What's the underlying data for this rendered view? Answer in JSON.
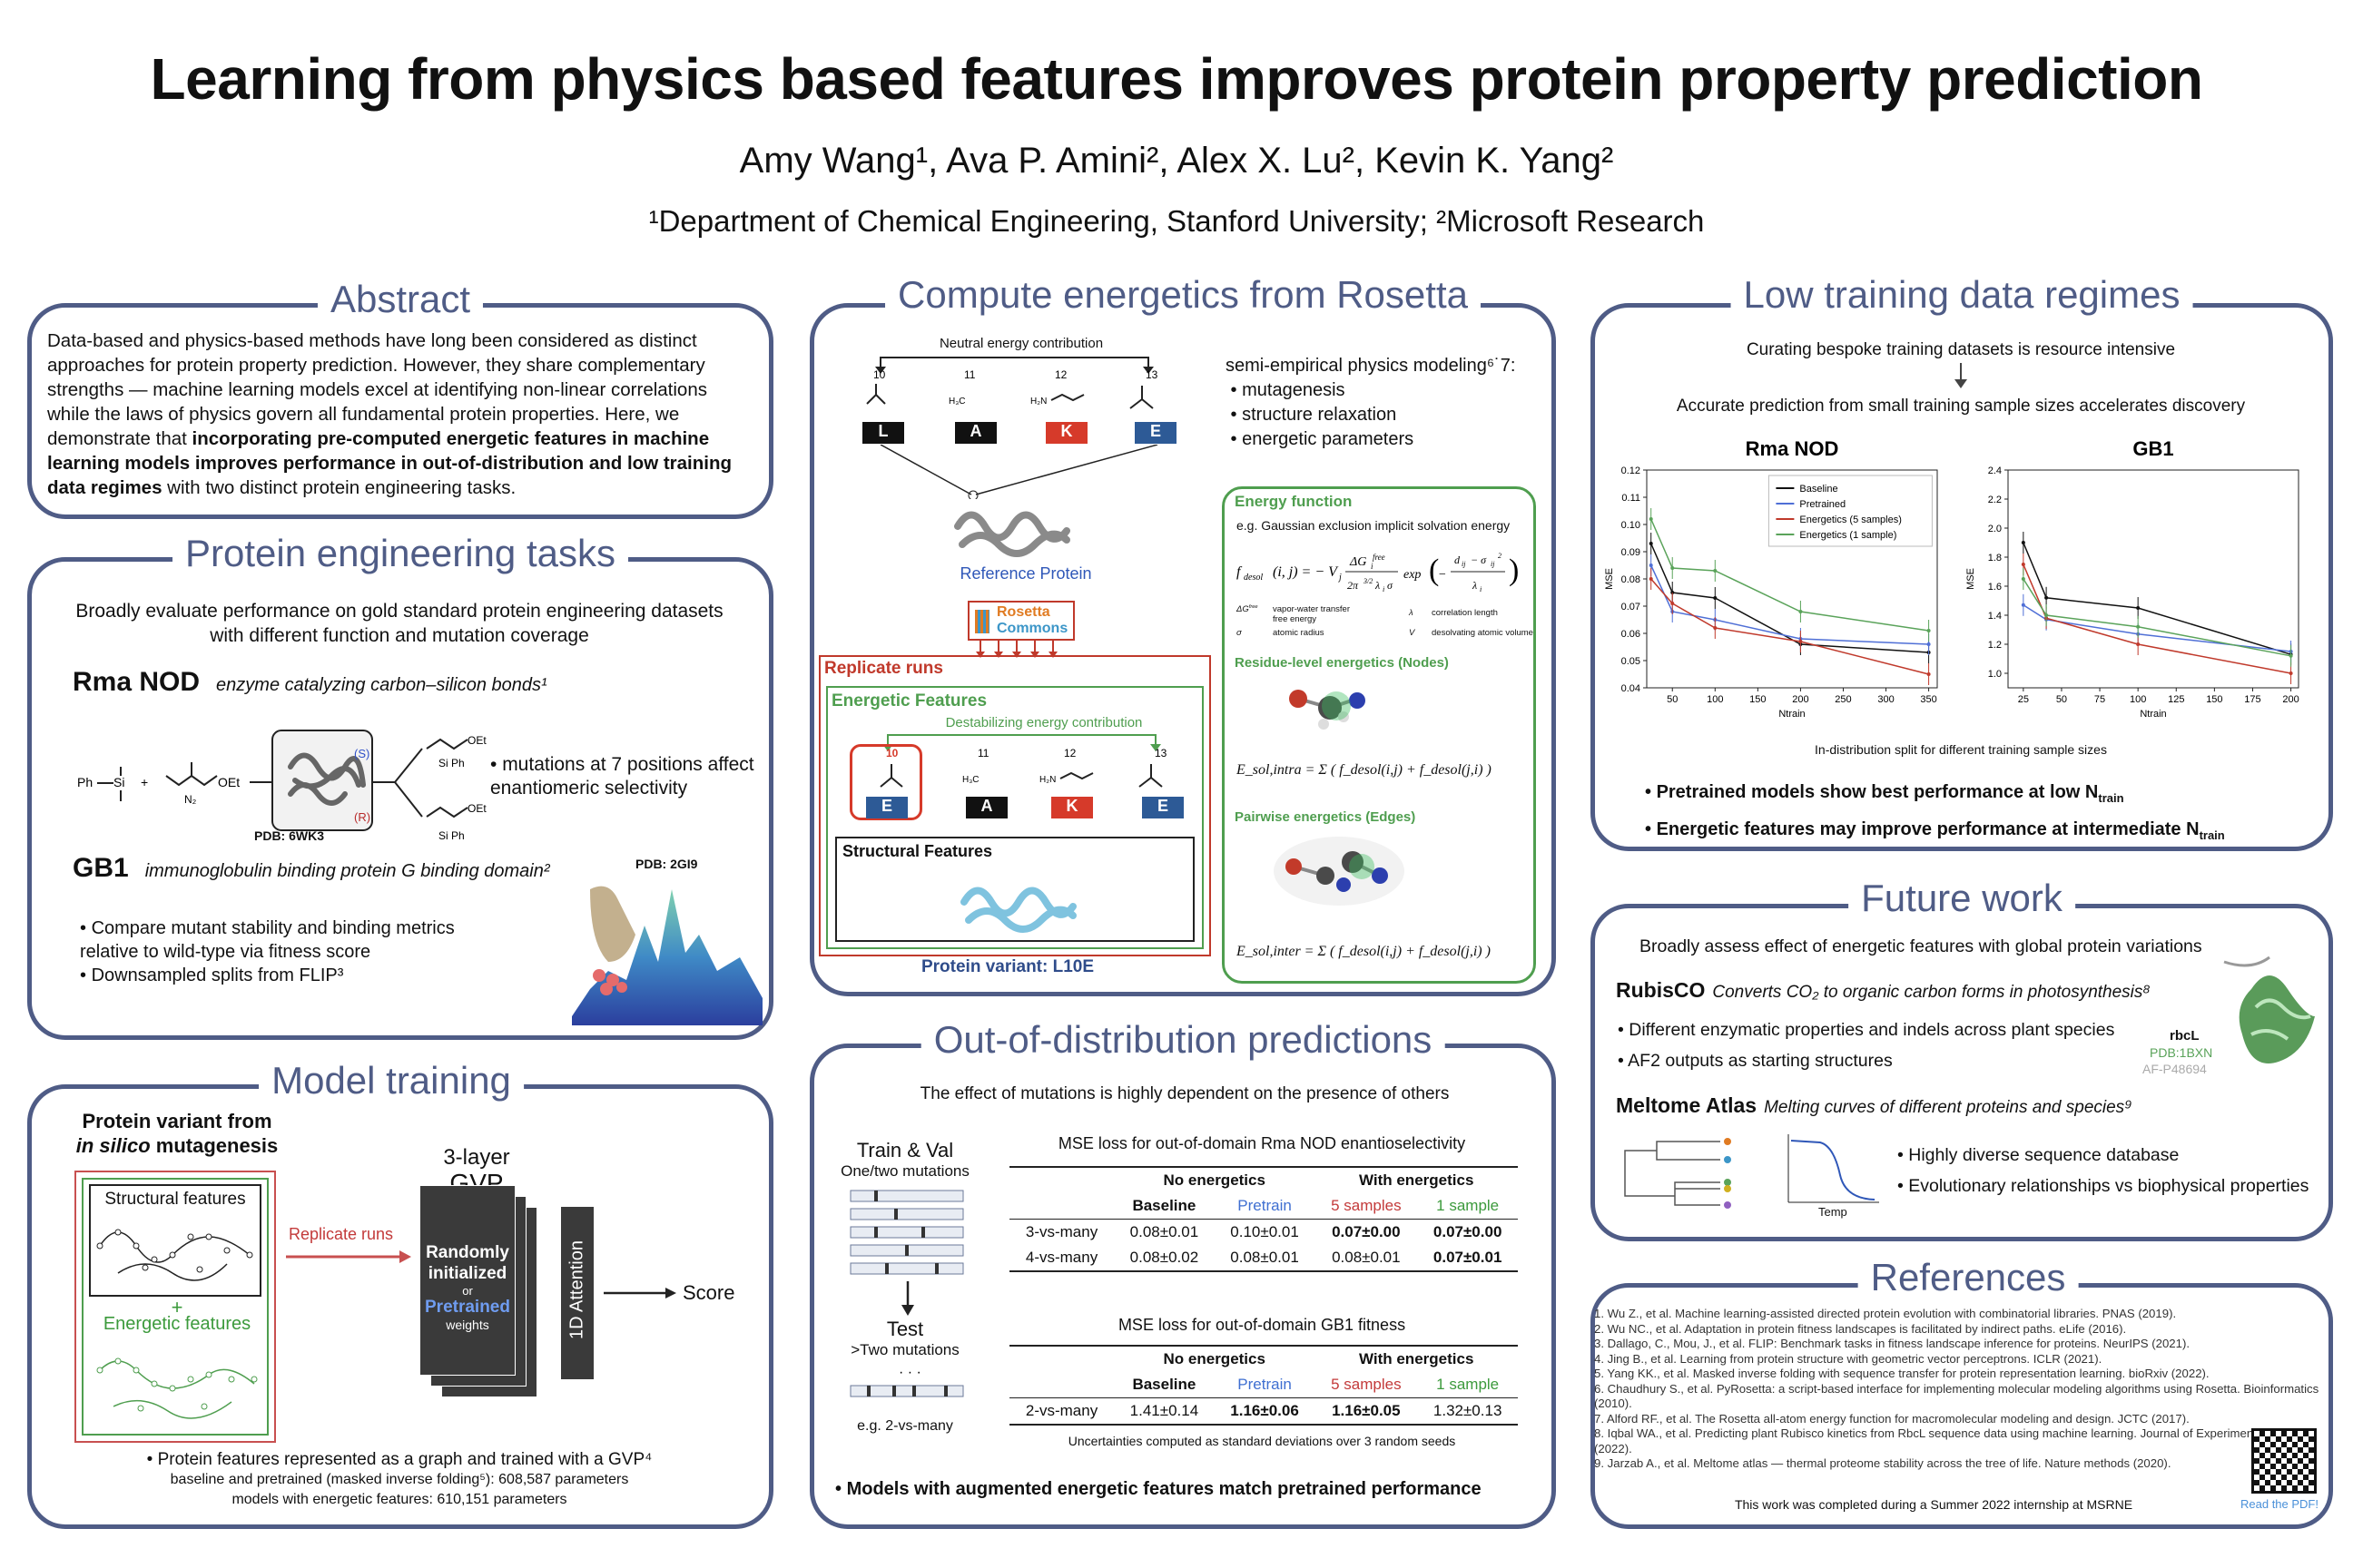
{
  "header": {
    "title": "Learning from physics based features improves protein property prediction",
    "authors": "Amy Wang¹, Ava P. Amini², Alex X. Lu², Kevin K. Yang²",
    "affiliations": "¹Department of Chemical Engineering, Stanford University; ²Microsoft Research"
  },
  "abstract": {
    "title": "Abstract",
    "text_a": "Data-based and physics-based methods have long been considered as distinct approaches for protein property prediction. However, they share complementary strengths — machine learning models excel at identifying non-linear correlations while the laws of physics govern all fundamental protein properties. Here, we demonstrate that ",
    "text_bold": "incorporating pre-computed energetic features in machine learning models improves performance in out-of-distribution and low training data regimes",
    "text_b": " with two distinct protein engineering tasks."
  },
  "tasks": {
    "title": "Protein engineering tasks",
    "intro": "Broadly evaluate performance on gold standard protein engineering datasets with different function and mutation coverage",
    "rma_name": "Rma NOD",
    "rma_desc": "enzyme catalyzing carbon–silicon bonds¹",
    "rma_pdb": "PDB: 6WK3",
    "rma_bullet": "mutations at 7 positions affect enantiomeric selectivity",
    "scheme_s": "(S)",
    "scheme_r": "(R)",
    "gb1_name": "GB1",
    "gb1_desc": "immunoglobulin binding protein G binding domain²",
    "gb1_pdb": "PDB: 2GI9",
    "gb1_b1": "Compare mutant stability and binding metrics relative to wild-type via fitness score",
    "gb1_b2": "Downsampled splits from FLIP³"
  },
  "training": {
    "title": "Model training",
    "variant_a": "Protein variant from",
    "variant_b": "in silico",
    "variant_c": " mutagenesis",
    "structural": "Structural features",
    "plus": "+",
    "energetic": "Energetic features",
    "replicate": "Replicate runs",
    "gvp_a": "3-layer",
    "gvp_b": "GVP",
    "init_a": "Randomly initialized",
    "init_or": "or",
    "init_b": "Pretrained",
    "init_c": "weights",
    "attention": "1D Attention",
    "score": "Score",
    "b1": "Protein features represented as a graph and trained with a GVP⁴",
    "b2": "baseline and pretrained (masked inverse folding⁵): 608,587 parameters",
    "b3": "models with energetic features: 610,151 parameters"
  },
  "rosetta": {
    "title": "Compute energetics from Rosetta",
    "neutral": "Neutral energy contribution",
    "positions": [
      "10",
      "11",
      "12",
      "13"
    ],
    "residues_top": [
      "L",
      "A",
      "K",
      "E"
    ],
    "ref_protein": "Reference Protein",
    "rosetta_a": "Rosetta",
    "rosetta_b": "Commons",
    "semi": "semi-empirical physics modeling⁶˙7:",
    "semi_items": [
      "mutagenesis",
      "structure relaxation",
      "energetic parameters"
    ],
    "replicate": "Replicate runs",
    "energetic": "Energetic Features",
    "destab": "Destabilizing energy contribution",
    "residues_bottom": [
      "E",
      "A",
      "K",
      "E"
    ],
    "structural": "Structural Features",
    "variant": "Protein variant: L10E",
    "ef_title": "Energy function",
    "ef_sub": "e.g. Gaussian exclusion implicit solvation energy",
    "legend": [
      "vapor-water transfer free energy",
      "atomic radius",
      "correlation length",
      "desolvating atomic volume"
    ],
    "nodes": "Residue-level energetics (Nodes)",
    "edges": "Pairwise energetics (Edges)",
    "eq1": "E_sol,intra = Σ ( f_desol(i,j) + f_desol(j,i) )",
    "eq2": "E_sol,inter = Σ ( f_desol(i,j) + f_desol(j,i) )"
  },
  "ood": {
    "title": "Out-of-distribution predictions",
    "subtitle": "The effect of mutations is highly dependent on the presence of others",
    "train_a": "Train & Val",
    "train_b": "One/two mutations",
    "test_a": "Test",
    "test_b": ">Two mutations",
    "eg": "e.g. 2-vs-many",
    "t1_title": "MSE loss for out-of-domain Rma NOD enantioselectivity",
    "t2_title": "MSE loss for out-of-domain GB1 fitness",
    "col_groups": [
      "No energetics",
      "With energetics"
    ],
    "cols": [
      "Baseline",
      "Pretrain",
      "5 samples",
      "1 sample"
    ],
    "t2_cols": [
      "Baseline",
      "Pretrain",
      "5 samples",
      "1 sample"
    ],
    "t1_rows": [
      {
        "label": "3-vs-many",
        "cells": [
          "0.08±0.01",
          "0.10±0.01",
          "0.07±0.00",
          "0.07±0.00"
        ]
      },
      {
        "label": "4-vs-many",
        "cells": [
          "0.08±0.02",
          "0.08±0.01",
          "0.08±0.01",
          "0.07±0.01"
        ]
      }
    ],
    "t2_rows": [
      {
        "label": "2-vs-many",
        "cells": [
          "1.41±0.14",
          "1.16±0.06",
          "1.16±0.05",
          "1.32±0.13"
        ]
      }
    ],
    "note": "Uncertainties computed as standard deviations over 3 random seeds",
    "conclusion": "Models with augmented energetic features match pretrained performance"
  },
  "low": {
    "title": "Low training data regimes",
    "l1": "Curating bespoke training datasets is resource intensive",
    "l2": "Accurate prediction from small training sample sizes accelerates discovery",
    "caption": "In-distribution split for different training sample sizes",
    "b1": "Pretrained models show best performance at low N",
    "b1_sub": "train",
    "b2": "Energetic features may improve performance at intermediate N",
    "b2_sub": "train"
  },
  "chart_data": [
    {
      "type": "line",
      "title": "Rma NOD",
      "xlabel": "Ntrain",
      "ylabel": "MSE",
      "xlim": [
        20,
        360
      ],
      "ylim": [
        0.04,
        0.12
      ],
      "xticks": [
        50,
        100,
        150,
        200,
        250,
        300,
        350
      ],
      "yticks": [
        0.04,
        0.05,
        0.06,
        0.07,
        0.08,
        0.09,
        0.1,
        0.11,
        0.12
      ],
      "x": [
        25,
        50,
        100,
        200,
        350
      ],
      "series": [
        {
          "name": "Baseline",
          "color": "#111111",
          "values": [
            0.093,
            0.075,
            0.073,
            0.056,
            0.053
          ]
        },
        {
          "name": "Pretrained",
          "color": "#4f6fd6",
          "values": [
            0.085,
            0.068,
            0.065,
            0.058,
            0.056
          ]
        },
        {
          "name": "Energetics (5 samples)",
          "color": "#c0392b",
          "values": [
            0.08,
            0.071,
            0.062,
            0.057,
            0.045
          ]
        },
        {
          "name": "Energetics (1 sample)",
          "color": "#5aa35a",
          "values": [
            0.102,
            0.084,
            0.083,
            0.068,
            0.061
          ]
        }
      ]
    },
    {
      "type": "line",
      "title": "GB1",
      "xlabel": "Ntrain",
      "ylabel": "MSE",
      "xlim": [
        15,
        205
      ],
      "ylim": [
        0.9,
        2.4
      ],
      "xticks": [
        25,
        50,
        75,
        100,
        125,
        150,
        175,
        200
      ],
      "yticks": [
        1.0,
        1.2,
        1.4,
        1.6,
        1.8,
        2.0,
        2.2,
        2.4
      ],
      "x": [
        25,
        40,
        100,
        200
      ],
      "series": [
        {
          "name": "Baseline",
          "color": "#111111",
          "values": [
            1.9,
            1.52,
            1.45,
            1.13
          ]
        },
        {
          "name": "Pretrained",
          "color": "#4f6fd6",
          "values": [
            1.47,
            1.37,
            1.27,
            1.15
          ]
        },
        {
          "name": "Energetics (5 samples)",
          "color": "#c0392b",
          "values": [
            1.75,
            1.38,
            1.2,
            1.0
          ]
        },
        {
          "name": "Energetics (1 sample)",
          "color": "#5aa35a",
          "values": [
            1.65,
            1.4,
            1.32,
            1.12
          ]
        }
      ]
    }
  ],
  "future": {
    "title": "Future work",
    "intro": "Broadly assess effect of energetic features with global protein variations",
    "rubisco": "RubisCO",
    "rubisco_desc": "Converts CO₂ to organic carbon forms in photosynthesis⁸",
    "r_b1": "Different enzymatic properties and indels across plant species",
    "r_b2": "AF2 outputs as starting structures",
    "rbcl": "rbcL",
    "pdb": "PDB:1BXN",
    "af": "AF-P48694",
    "meltome": "Meltome Atlas",
    "meltome_desc": "Melting curves of different proteins and species⁹",
    "m_b1": "Highly diverse sequence database",
    "m_b2": "Evolutionary relationships vs biophysical properties",
    "temp": "Temp"
  },
  "references": {
    "title": "References",
    "items": [
      "1. Wu Z., et al. Machine learning-assisted directed protein evolution with combinatorial libraries. PNAS (2019).",
      "2. Wu NC., et al. Adaptation in protein fitness landscapes is facilitated by indirect paths. eLife (2016).",
      "3. Dallago, C., Mou, J., et al. FLIP: Benchmark tasks in fitness landscape inference for proteins. NeurIPS (2021).",
      "4. Jing B., et al. Learning from protein structure with geometric vector perceptrons. ICLR (2021).",
      "5. Yang KK., et al. Masked inverse folding with sequence transfer for protein representation learning. bioRxiv (2022).",
      "6. Chaudhury S., et al. PyRosetta: a script-based interface for implementing molecular modeling algorithms using Rosetta. Bioinformatics (2010).",
      "7. Alford RF., et al. The Rosetta all-atom energy function for macromolecular modeling and design. JCTC (2017).",
      "8. Iqbal WA., et al. Predicting plant Rubisco kinetics from RbcL sequence data using machine learning. Journal of Experimental Botany (2022).",
      "9. Jarzab A., et al. Meltome atlas — thermal proteome stability across the tree of life. Nature methods (2020)."
    ],
    "footer": "This work was completed during a Summer 2022 internship at MSRNE",
    "pdf": "Read the PDF!"
  }
}
